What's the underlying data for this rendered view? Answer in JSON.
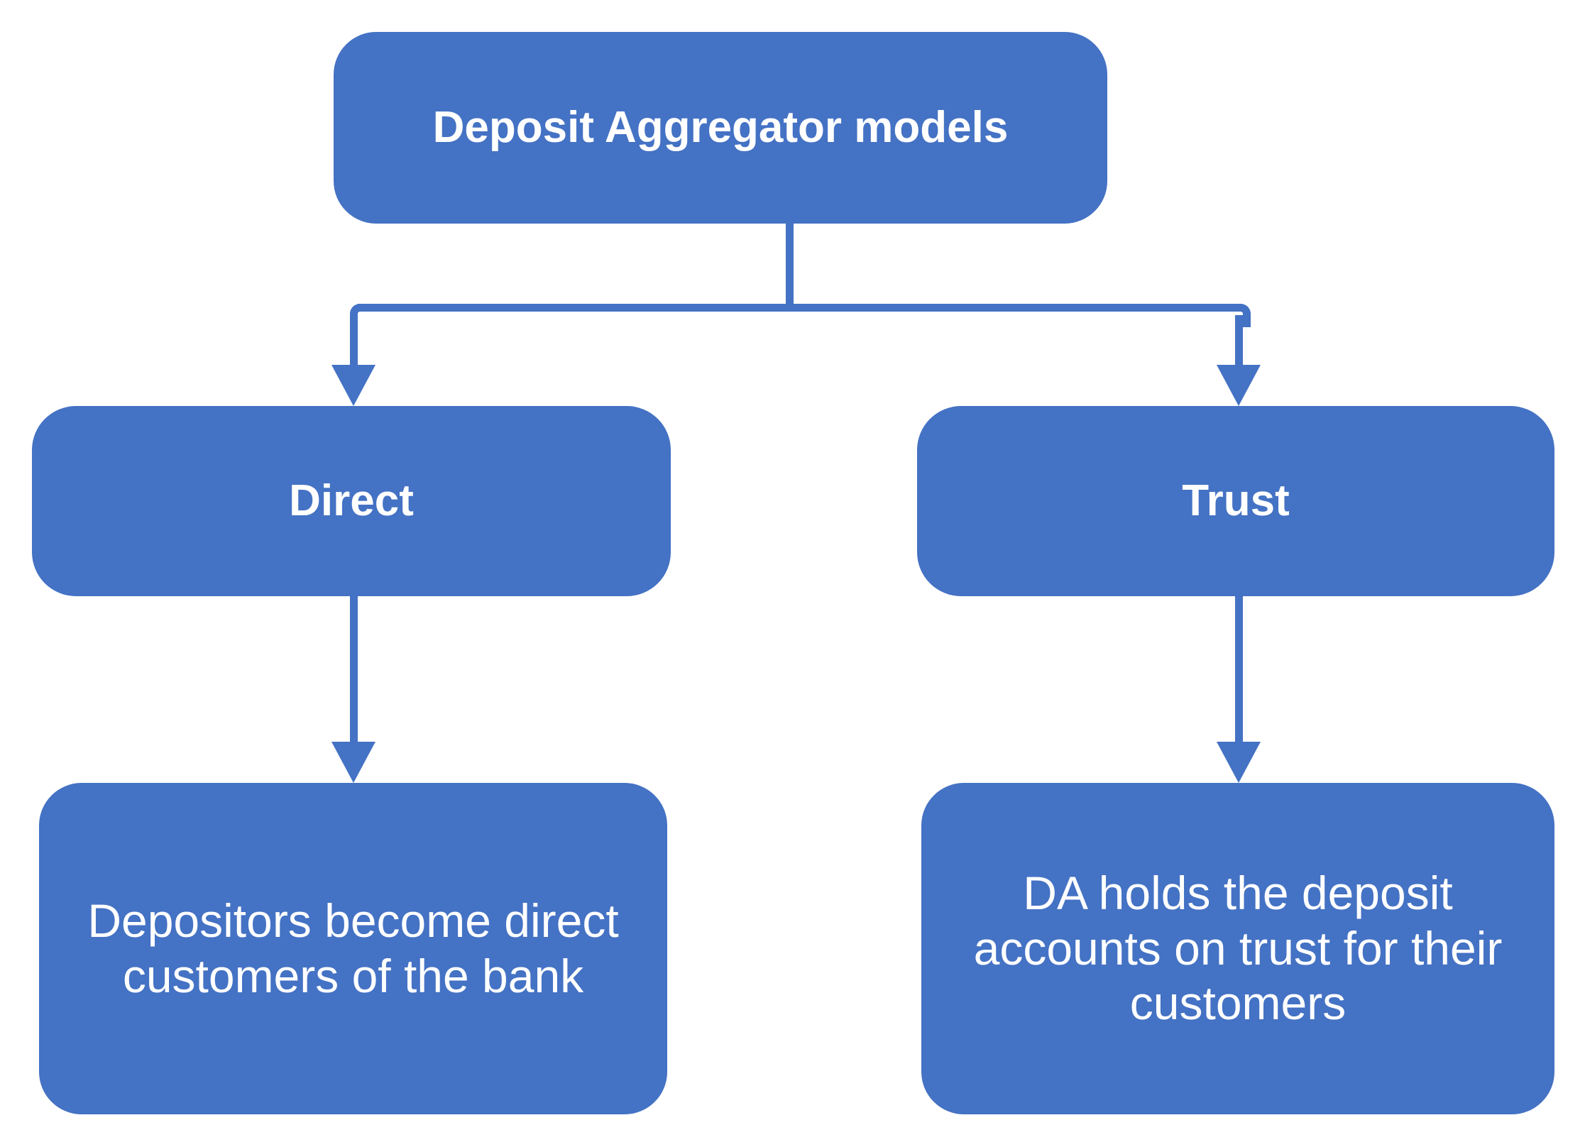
{
  "diagram": {
    "type": "flowchart",
    "title": "Deposit Aggregator models",
    "background_color": "#FFFFFF",
    "node_color": "#4472C4",
    "node_text_color": "#FFFFFF",
    "connector_color": "#4472C4",
    "nodes": {
      "root": {
        "label": "Deposit Aggregator models",
        "bold": true
      },
      "branch_left": {
        "label": "Direct",
        "bold": true
      },
      "branch_right": {
        "label": "Trust",
        "bold": true
      },
      "leaf_left": {
        "label": "Depositors become direct customers of the bank",
        "bold": false
      },
      "leaf_right": {
        "label": "DA holds the deposit accounts on trust for their customers",
        "bold": false
      }
    },
    "edges": [
      {
        "from": "root",
        "to": "branch_left",
        "style": "elbow-arrow"
      },
      {
        "from": "root",
        "to": "branch_right",
        "style": "elbow-arrow"
      },
      {
        "from": "branch_left",
        "to": "leaf_left",
        "style": "straight-arrow"
      },
      {
        "from": "branch_right",
        "to": "leaf_right",
        "style": "straight-arrow"
      }
    ]
  }
}
